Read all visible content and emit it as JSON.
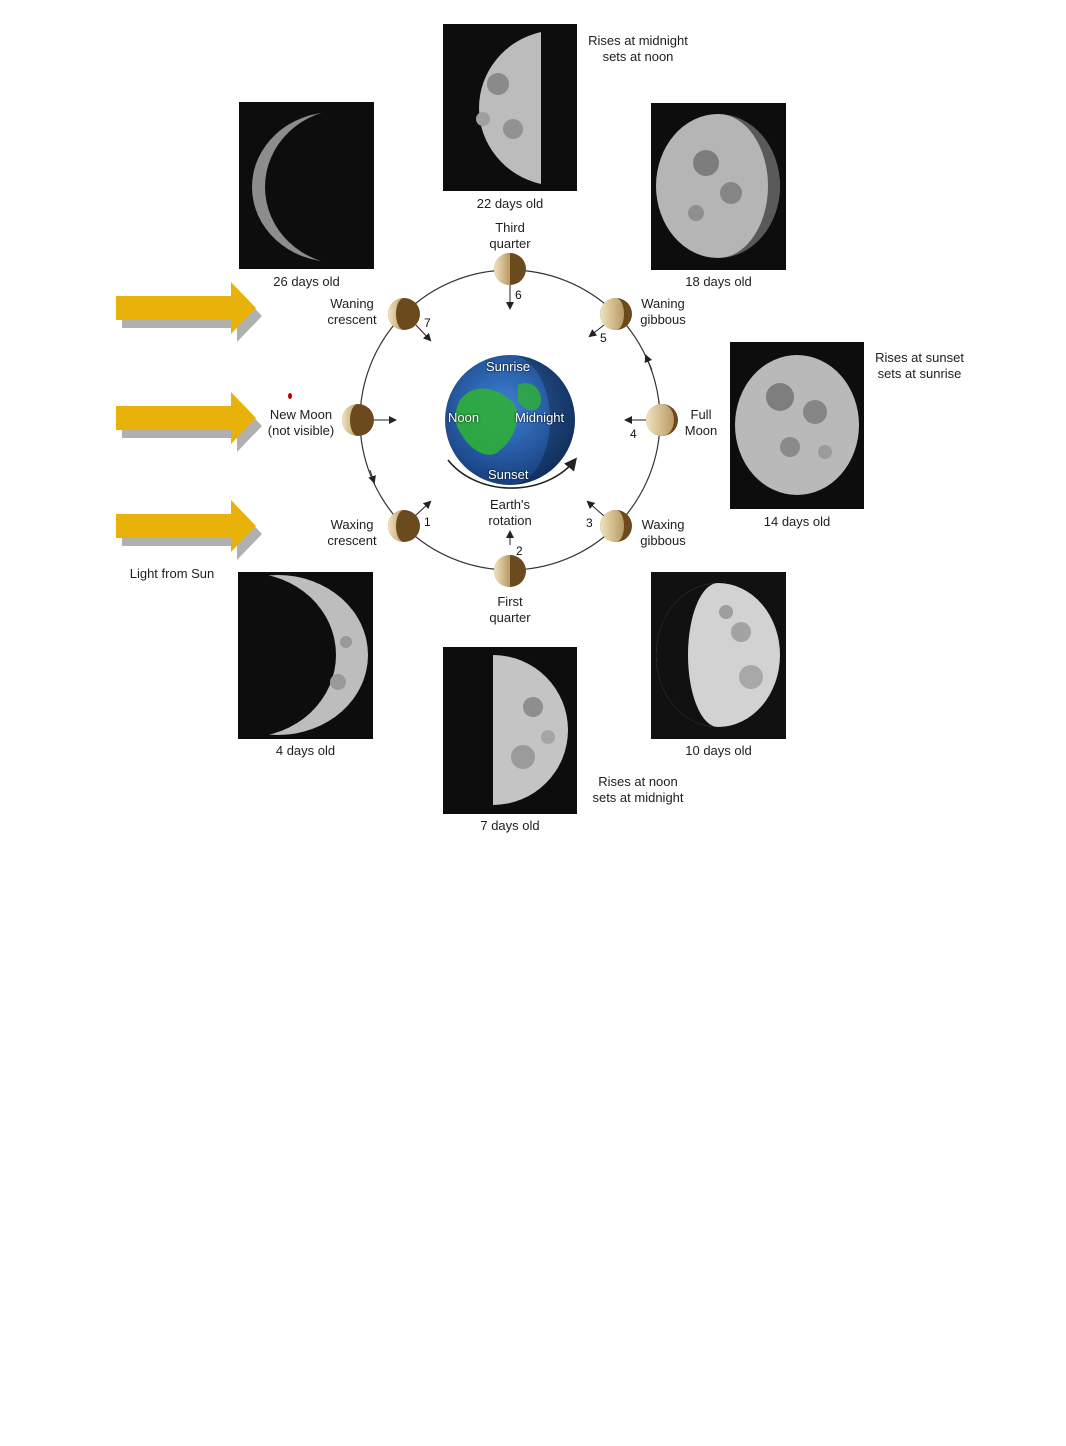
{
  "colors": {
    "sun_arrow": "#e8b20a",
    "sun_arrow_shadow": "#b0b0b0",
    "moon_lit": "#d8c49a",
    "moon_dark": "#6b4a1e",
    "orbit": "#333333",
    "earth_ocean": "#2a5fb0",
    "earth_land": "#2fae3a"
  },
  "sun": {
    "label": "Light from Sun"
  },
  "earth": {
    "sunrise": "Sunrise",
    "noon": "Noon",
    "midnight": "Midnight",
    "sunset": "Sunset",
    "rotation": "Earth's\nrotation"
  },
  "orbit_positions": [
    {
      "number": "1",
      "label": "Waxing\ncrescent"
    },
    {
      "number": "2",
      "label": "First\nquarter"
    },
    {
      "number": "3",
      "label": "Waxing\ngibbous"
    },
    {
      "number": "4",
      "label": "Full\nMoon"
    },
    {
      "number": "5",
      "label": "Waning\ngibbous"
    },
    {
      "number": "6",
      "label": "Third\nquarter"
    },
    {
      "number": "7",
      "label": "Waning\ncrescent"
    },
    {
      "number": "",
      "label": "New Moon\n(not visible)"
    }
  ],
  "photos": [
    {
      "age": "4 days old"
    },
    {
      "age": "7 days old",
      "note": "Rises at noon\nsets at midnight"
    },
    {
      "age": "10 days old"
    },
    {
      "age": "14 days old",
      "note": "Rises at sunset\nsets at sunrise"
    },
    {
      "age": "18 days old"
    },
    {
      "age": "22 days old",
      "note": "Rises at midnight\nsets at noon"
    },
    {
      "age": "26 days old"
    }
  ]
}
